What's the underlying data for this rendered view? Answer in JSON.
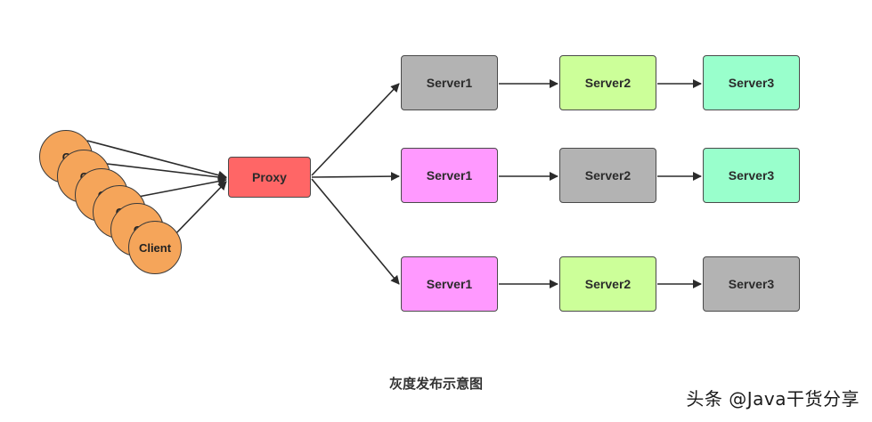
{
  "clients": [
    "Cli",
    "Cli",
    "Cli",
    "Cli",
    "Cli",
    "Client"
  ],
  "proxy": {
    "label": "Proxy",
    "color": "#ff6666"
  },
  "rows": [
    [
      {
        "label": "Server1",
        "color": "#b3b3b3"
      },
      {
        "label": "Server2",
        "color": "#ccff99"
      },
      {
        "label": "Server3",
        "color": "#99ffcc"
      }
    ],
    [
      {
        "label": "Server1",
        "color": "#ff99ff"
      },
      {
        "label": "Server2",
        "color": "#b3b3b3"
      },
      {
        "label": "Server3",
        "color": "#99ffcc"
      }
    ],
    [
      {
        "label": "Server1",
        "color": "#ff99ff"
      },
      {
        "label": "Server2",
        "color": "#ccff99"
      },
      {
        "label": "Server3",
        "color": "#b3b3b3"
      }
    ]
  ],
  "caption": "灰度发布示意图",
  "watermark": "头条 @Java干货分享"
}
